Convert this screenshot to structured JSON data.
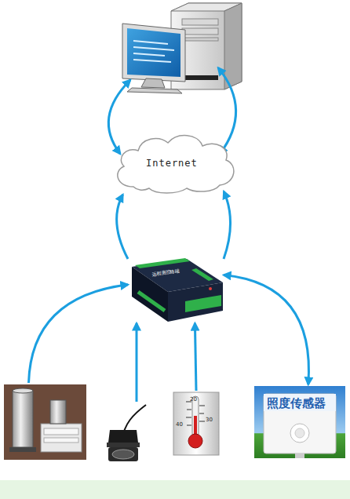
{
  "diagram": {
    "nodes": [
      {
        "text": []
      },
      {
        "text": [
          "Internet"
        ]
      },
      {
        "text": [
          "远程测控终端"
        ]
      },
      {
        "text": []
      },
      {
        "text": []
      },
      {
        "text": [
          "20",
          "30",
          "40"
        ]
      },
      {
        "text": [
          "照度传感器"
        ]
      }
    ],
    "edges": [
      {
        "from": 1,
        "to": 0,
        "arrow": "both"
      },
      {
        "from": 1,
        "to": 0,
        "arrow": "both"
      },
      {
        "from": 2,
        "to": 1,
        "arrow": "to"
      },
      {
        "from": 2,
        "to": 1,
        "arrow": "to"
      },
      {
        "from": 3,
        "to": 2,
        "arrow": "to"
      },
      {
        "from": 4,
        "to": 2,
        "arrow": "to"
      },
      {
        "from": 5,
        "to": 2,
        "arrow": "to"
      },
      {
        "from": 6,
        "to": 2,
        "arrow": "both"
      }
    ]
  }
}
